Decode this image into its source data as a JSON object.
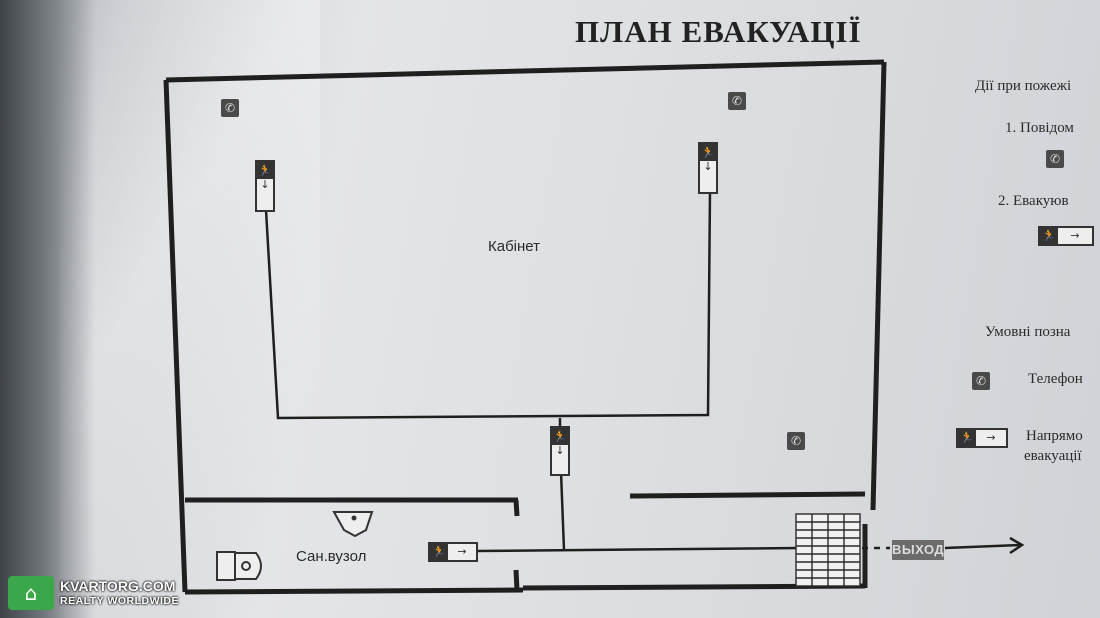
{
  "title": "ПЛАН ЕВАКУАЦІЇ",
  "rooms": {
    "office": "Кабінет",
    "wc": "Сан.вузол"
  },
  "exit_label": "ВЫХОД",
  "sidebar": {
    "heading": "Дії при пожежі",
    "step1": "1.  Повідом",
    "step2": "2.  Евакуюв",
    "legend_heading": "Умовні позна",
    "legend_phone": "Телефон",
    "legend_direction_line1": "Напрямо",
    "legend_direction_line2": "евакуації"
  },
  "watermark": {
    "name": "KVARTORG.COM",
    "tagline": "REALTY  WORLDWIDE"
  },
  "icons": {
    "phone": "phone-icon",
    "exit": "running-man-exit-icon",
    "arrow": "arrow-right-icon",
    "stairs": "stairs-icon"
  }
}
